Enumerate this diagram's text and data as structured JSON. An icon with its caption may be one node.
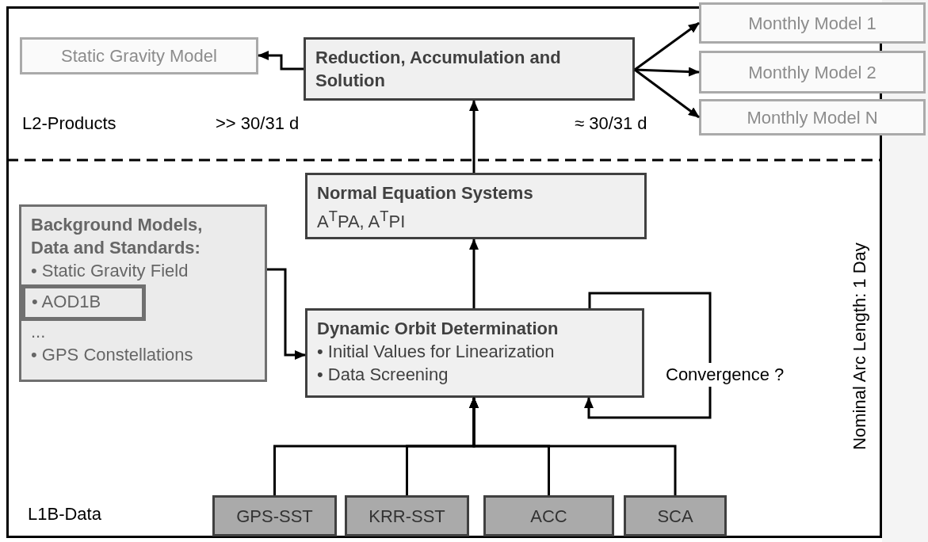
{
  "diagram": {
    "nodes": [
      {
        "text": [
          "Static Gravity Model"
        ]
      },
      {
        "text": [
          "Reduction, Accumulation and Solution"
        ]
      },
      {
        "text": [
          "Monthly Model 1"
        ]
      },
      {
        "text": [
          "Monthly Model 2"
        ]
      },
      {
        "text": [
          "Monthly Model N"
        ]
      },
      {
        "text": [
          "Normal Equation Systems",
          "A$^{T}$PA, A$^{T}$PI"
        ]
      },
      {
        "text": [
          "Background Models, Data and Standards:",
          "• Static Gravity Field",
          "...",
          "• GPS Constellations"
        ]
      },
      {
        "text": [
          "• AOD1B"
        ],
        "in": 6
      },
      {
        "text": [
          "Dynamic Orbit Determination",
          "• Initial Values for Linearization",
          "• Data Screening"
        ]
      },
      {
        "text": [
          "GPS-SST"
        ]
      },
      {
        "text": [
          "KRR-SST"
        ]
      },
      {
        "text": [
          "ACC"
        ]
      },
      {
        "text": [
          "SCA"
        ]
      }
    ],
    "edges": [
      {
        "from": 1,
        "to": 0,
        "arrow": "to"
      },
      {
        "from": 1,
        "to": 2,
        "arrow": "to"
      },
      {
        "from": 1,
        "to": 3,
        "arrow": "to"
      },
      {
        "from": 1,
        "to": 4,
        "arrow": "to"
      },
      {
        "from": 5,
        "to": 1,
        "arrow": "to"
      },
      {
        "from": 8,
        "to": 5,
        "arrow": "to"
      },
      {
        "from": 6,
        "to": 8,
        "arrow": "to"
      },
      {
        "from": 9,
        "to": 8,
        "arrow": "to"
      },
      {
        "from": 10,
        "to": 8,
        "arrow": "to"
      },
      {
        "from": 11,
        "to": 8,
        "arrow": "to"
      },
      {
        "from": 12,
        "to": 8,
        "arrow": "to"
      },
      {
        "from": 8,
        "to": 8,
        "arrow": "to",
        "label": "Convergence ?"
      }
    ],
    "labels": [
      "L2-Products",
      ">> 30/31 d",
      "≈ 30/31 d",
      "Nominal Arc Length: 1 Day",
      "L1B-Data"
    ]
  }
}
